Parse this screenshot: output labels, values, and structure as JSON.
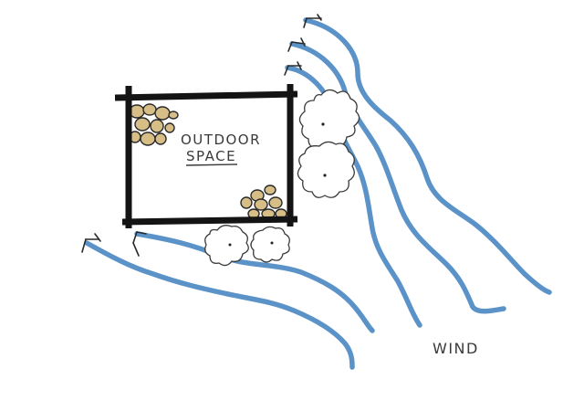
{
  "diagram": {
    "space_label_line1": "OUTDOOR",
    "space_label_line2": "SPACE",
    "wind_label": "WIND",
    "colors": {
      "wind": "#5b93c8",
      "walls": "#141414",
      "stones": "#d7bd86",
      "ink": "#3a3a3a"
    }
  }
}
